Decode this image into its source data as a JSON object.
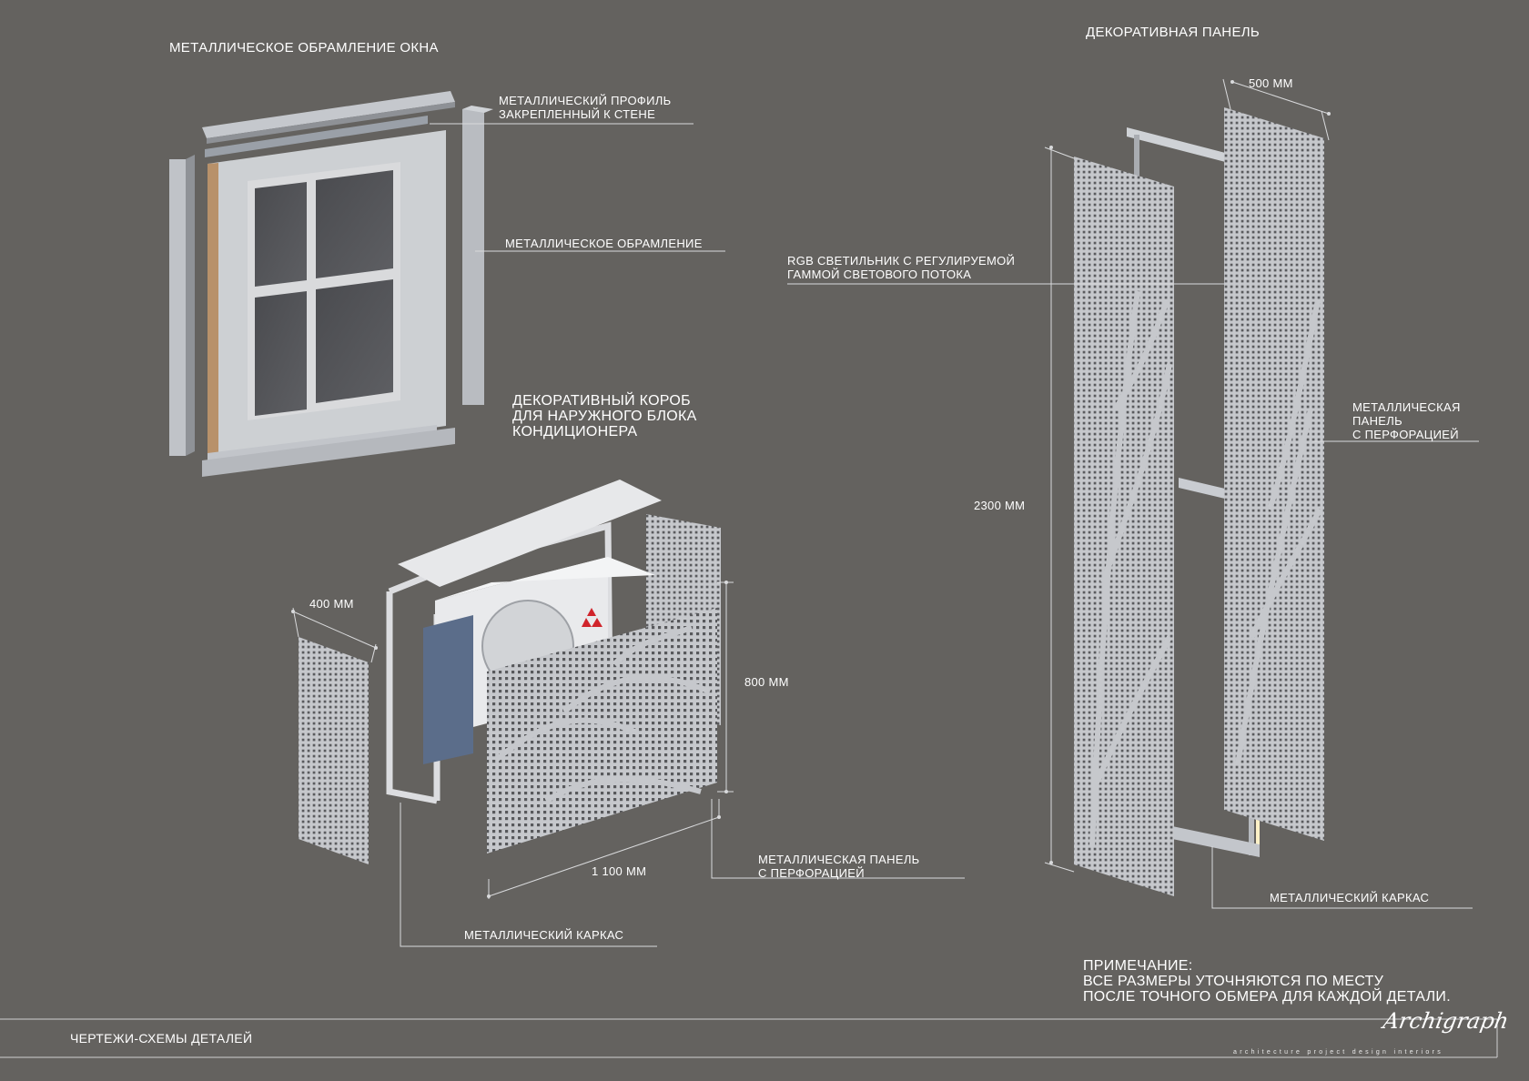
{
  "sections": {
    "window_title": "МЕТАЛЛИЧЕСКОЕ ОБРАМЛЕНИЕ ОКНА",
    "panel_title": "ДЕКОРАТИВНАЯ ПАНЕЛЬ",
    "box_title": "ДЕКОРАТИВНЫЙ КОРОБ\nДЛЯ НАРУЖНОГО БЛОКА\nКОНДИЦИОНЕРА"
  },
  "callouts": {
    "wall_profile": "МЕТАЛЛИЧЕСКИЙ ПРОФИЛЬ\nЗАКРЕПЛЕННЫЙ К СТЕНЕ",
    "window_frame": "МЕТАЛЛИЧЕСКОЕ ОБРАМЛЕНИЕ",
    "rgb_light": "RGB СВЕТИЛЬНИК С РЕГУЛИРУЕМОЙ\nГАММОЙ СВЕТОВОГО ПОТОКА",
    "perforated_panel_right": "МЕТАЛЛИЧЕСКАЯ\nПАНЕЛЬ\nС ПЕРФОРАЦИЕЙ",
    "panel_frame": "МЕТАЛЛИЧЕСКИЙ КАРКАС",
    "box_perforated_panel": "МЕТАЛЛИЧЕСКАЯ ПАНЕЛЬ\nС ПЕРФОРАЦИЕЙ",
    "box_frame": "МЕТАЛЛИЧЕСКИЙ КАРКАС"
  },
  "dimensions": {
    "panel_width": "500 ММ",
    "panel_height": "2300 ММ",
    "box_depth": "400 ММ",
    "box_height": "800 ММ",
    "box_width": "1 100 ММ"
  },
  "note": {
    "heading": "ПРИМЕЧАНИЕ:",
    "line1": "ВСЕ РАЗМЕРЫ УТОЧНЯЮТСЯ ПО МЕСТУ",
    "line2": "ПОСЛЕ ТОЧНОГО ОБМЕРА ДЛЯ КАЖДОЙ ДЕТАЛИ."
  },
  "footer": {
    "title": "ЧЕРТЕЖИ-СХЕМЫ ДЕТАЛЕЙ",
    "logo": "Archigraph",
    "tagline": "architecture project design interiors"
  },
  "colors": {
    "background": "#64625f",
    "metal": "#c9cbcf",
    "brand_red": "#d0242b"
  }
}
